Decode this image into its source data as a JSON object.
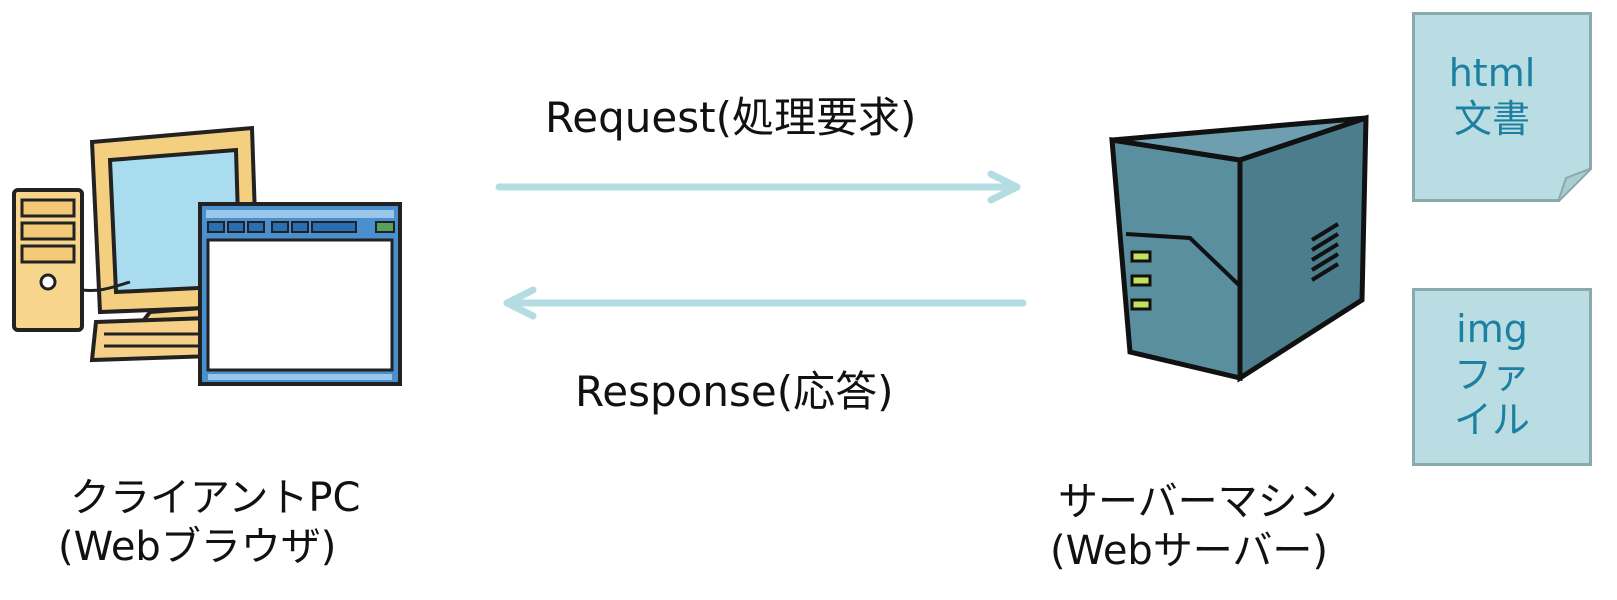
{
  "request": {
    "label": "Request(処理要求)"
  },
  "response": {
    "label": "Response(応答)"
  },
  "client": {
    "line1": "クライアントPC",
    "line2": "(Webブラウザ)"
  },
  "server": {
    "line1": "サーバーマシン",
    "line2": "(Webサーバー)"
  },
  "notes": [
    {
      "lines": [
        "html",
        "文書"
      ]
    },
    {
      "lines": [
        "img",
        "ファ",
        "イル"
      ]
    }
  ],
  "icons": [
    "desktop-pc-icon",
    "browser-window-icon",
    "server-tower-icon"
  ],
  "colors": {
    "arrow": "#b3dde1",
    "note_fill": "#b9dde3",
    "note_text": "#1d80a0",
    "server_body": "#4f8596"
  }
}
